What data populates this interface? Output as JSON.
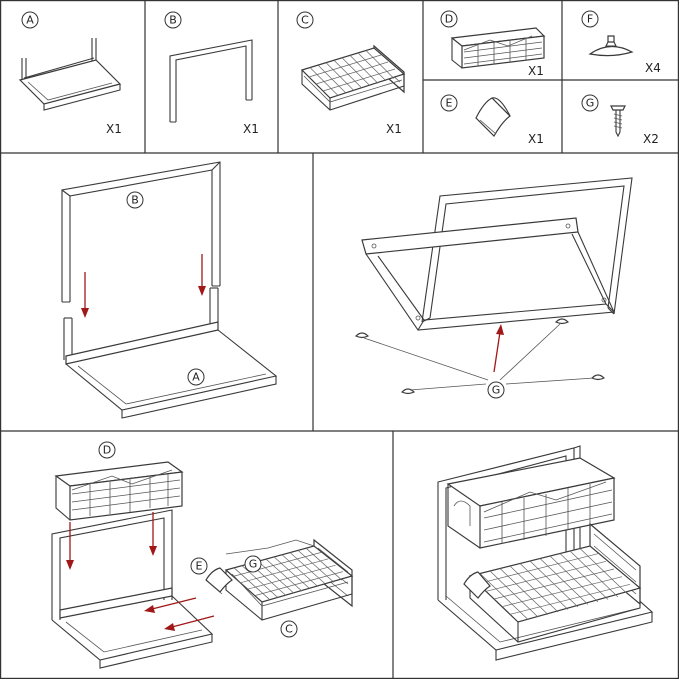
{
  "parts": [
    {
      "letter": "A",
      "qty": "X1"
    },
    {
      "letter": "B",
      "qty": "X1"
    },
    {
      "letter": "C",
      "qty": "X1"
    },
    {
      "letter": "D",
      "qty": "X1"
    },
    {
      "letter": "E",
      "qty": "X1"
    },
    {
      "letter": "F",
      "qty": "X4"
    },
    {
      "letter": "G",
      "qty": "X2"
    }
  ],
  "steps": {
    "step1_labels": [
      "B",
      "A"
    ],
    "step2_labels": [
      "G"
    ],
    "step3_labels": [
      "D",
      "E",
      "G",
      "C"
    ]
  },
  "colors": {
    "line": "#3a3a3a",
    "arrow": "#a01818",
    "background": "#ffffff"
  }
}
